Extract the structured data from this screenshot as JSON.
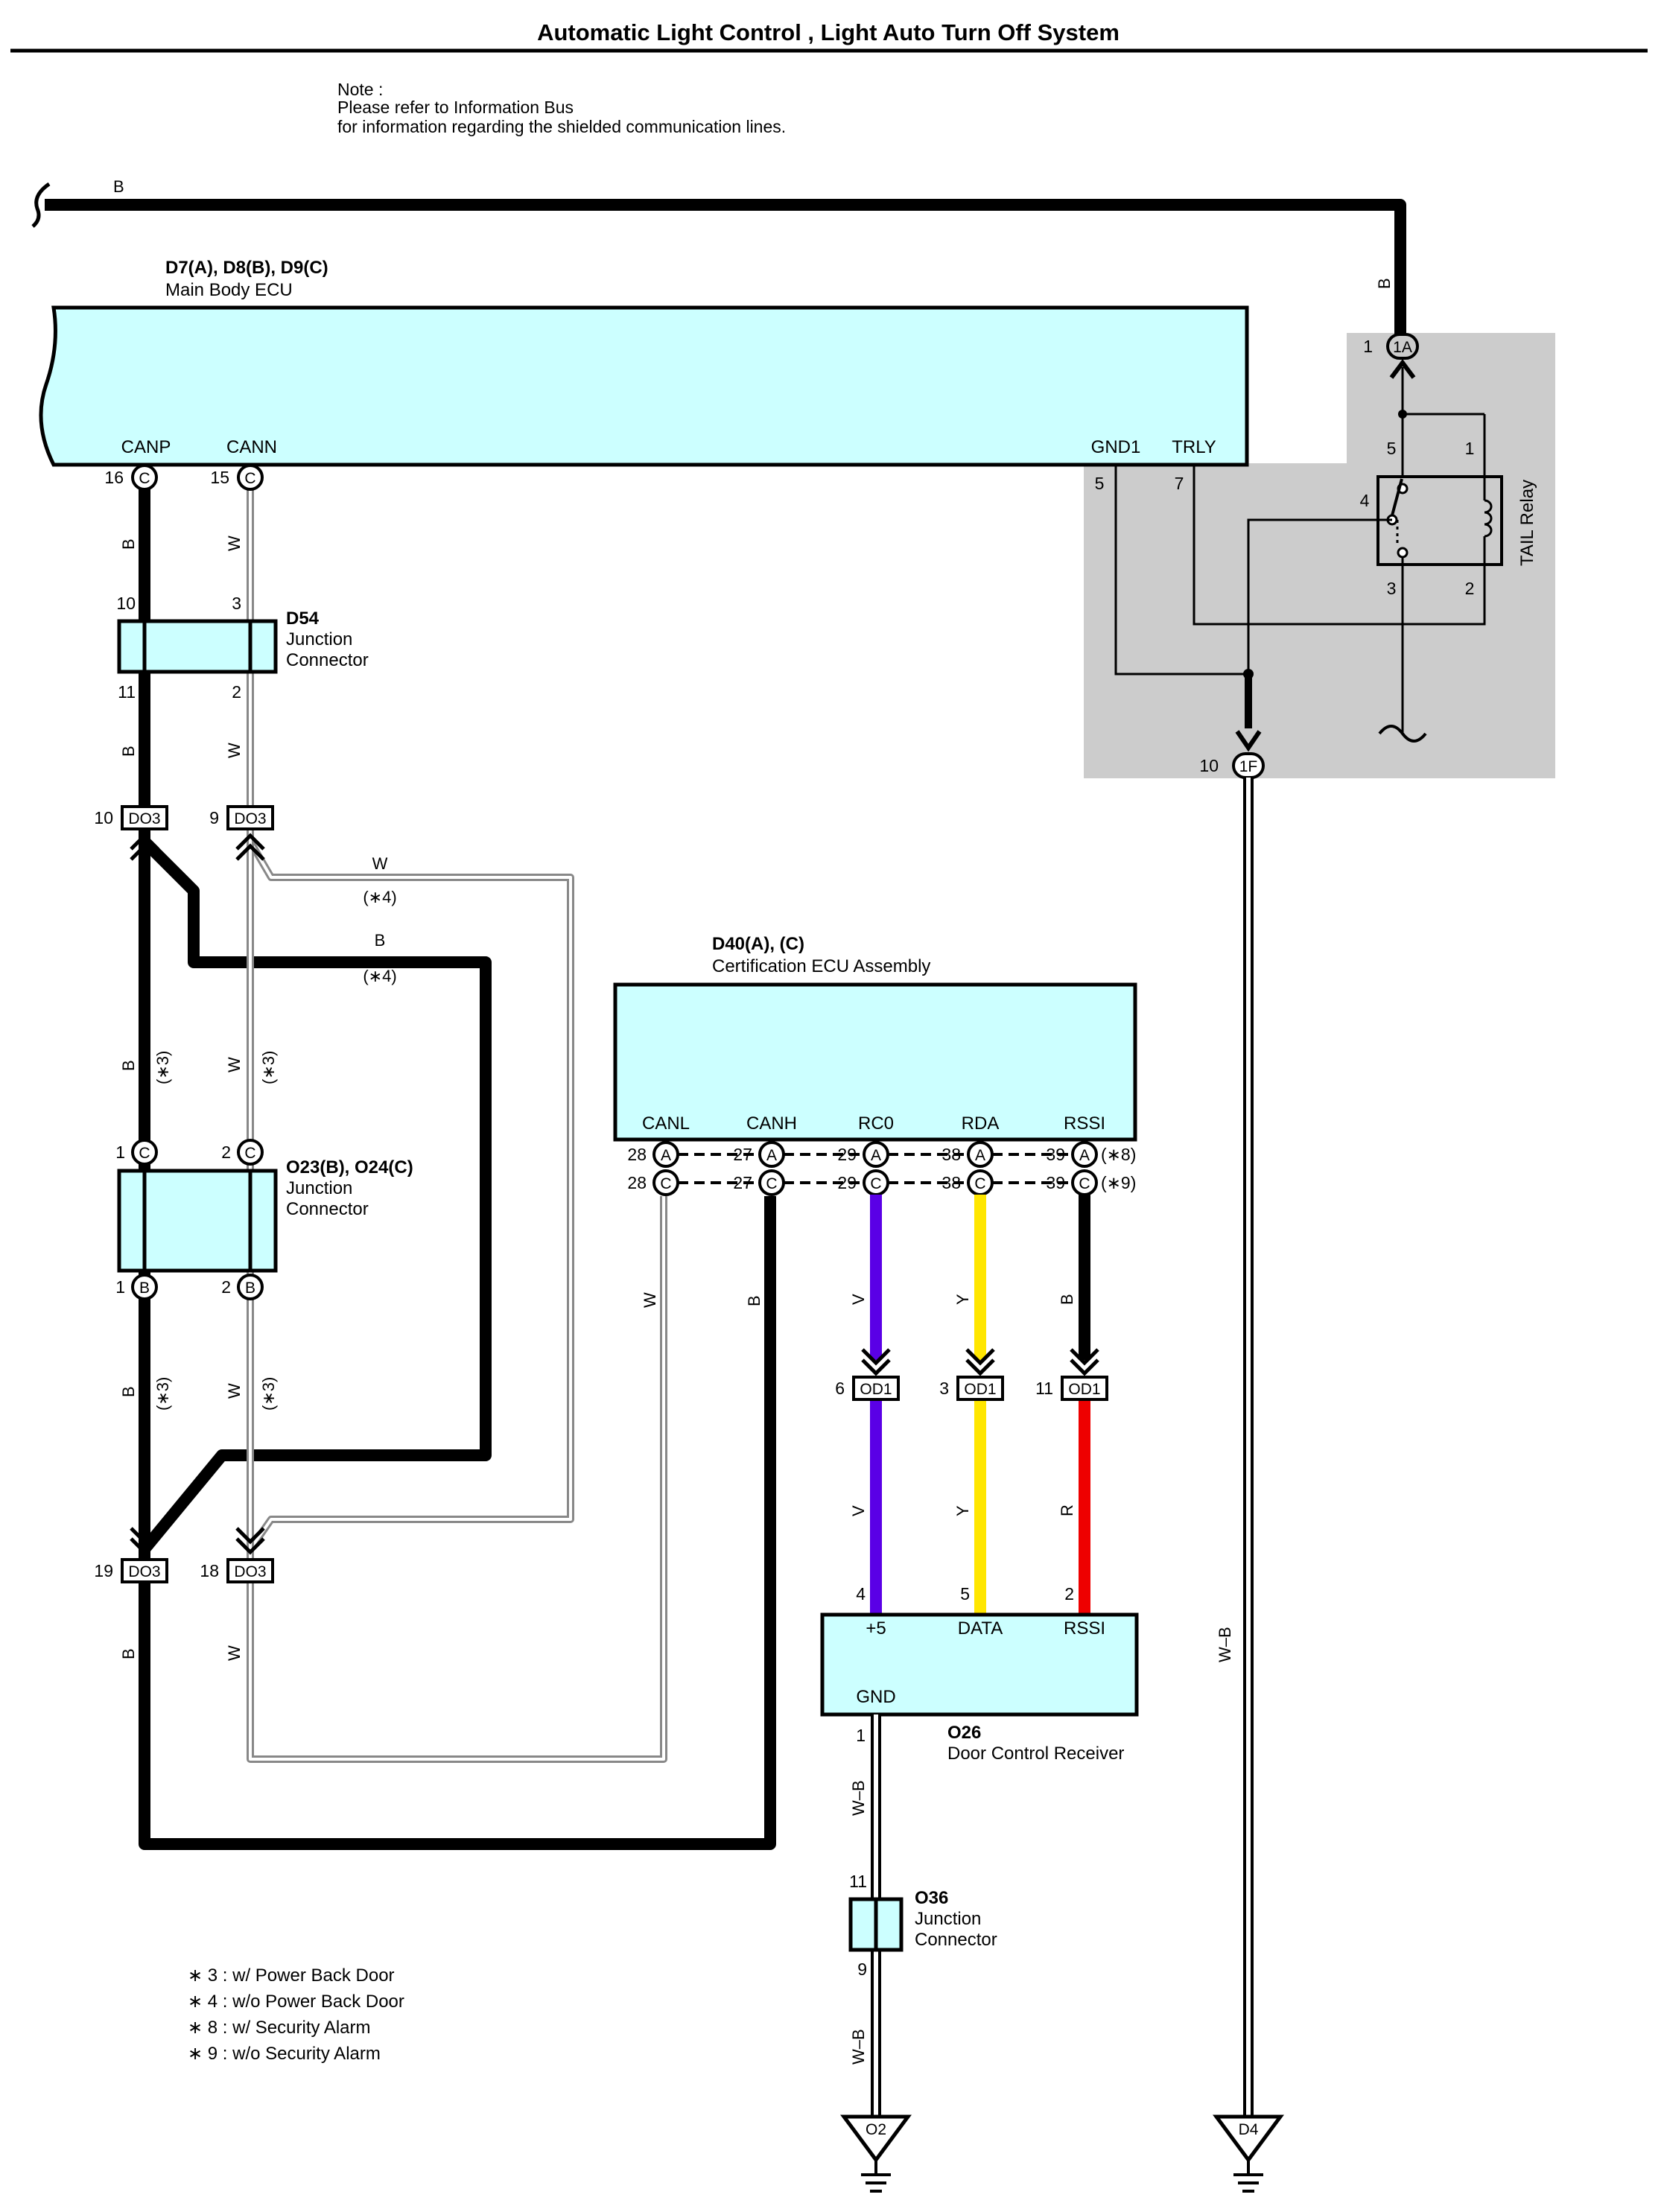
{
  "title": "Automatic Light Control , Light Auto Turn Off System",
  "note": {
    "heading": "Note :",
    "line1": "Please refer to Information Bus",
    "line2": "for information regarding the shielded communication lines."
  },
  "main_ecu": {
    "id": "D7(A), D8(B), D9(C)",
    "name": "Main Body ECU",
    "terminals": [
      "CANP",
      "CANN",
      "GND1",
      "TRLY"
    ],
    "pins": [
      "16",
      "15",
      "5",
      "7"
    ],
    "conn_letter": "C"
  },
  "top_wire": "B",
  "relay": {
    "name": "TAIL Relay",
    "pins": [
      "5",
      "1",
      "4",
      "3",
      "2"
    ],
    "conn_1a": "1A",
    "conn_1a_pin": "1",
    "conn_1f": "1F",
    "conn_1f_pin": "10",
    "wire_top": "B"
  },
  "d54": {
    "id": "D54",
    "line1": "Junction",
    "line2": "Connector",
    "pins": [
      "10",
      "3",
      "11",
      "2"
    ]
  },
  "do3_top": {
    "label": "DO3",
    "pins": [
      "10",
      "9"
    ]
  },
  "do3_bottom": {
    "label": "DO3",
    "pins": [
      "19",
      "18"
    ]
  },
  "o23": {
    "id": "O23(B), O24(C)",
    "line1": "Junction",
    "line2": "Connector",
    "pins": [
      "1",
      "2",
      "1",
      "2"
    ],
    "letters": [
      "C",
      "C",
      "B",
      "B"
    ]
  },
  "bypass": {
    "w_label": "W",
    "w_note": "(∗4)",
    "b_label": "B",
    "b_note": "(∗4)"
  },
  "d40": {
    "id": "D40(A), (C)",
    "name": "Certification ECU Assembly",
    "terminals": [
      "CANL",
      "CANH",
      "RC0",
      "RDA",
      "RSSI"
    ],
    "pins": [
      "28",
      "27",
      "29",
      "38",
      "39"
    ],
    "letters": [
      "A",
      "C"
    ],
    "notes": [
      "(∗8)",
      "(∗9)"
    ]
  },
  "od1": {
    "label": "OD1",
    "pins": [
      "6",
      "3",
      "11"
    ]
  },
  "o26": {
    "id": "O26",
    "name": "Door Control Receiver",
    "terminals": [
      "+5",
      "DATA",
      "RSSI",
      "GND"
    ],
    "pins": [
      "4",
      "5",
      "2",
      "1"
    ]
  },
  "o36": {
    "id": "O36",
    "line1": "Junction",
    "line2": "Connector",
    "pins": [
      "11",
      "9"
    ]
  },
  "grounds": [
    "O2",
    "D4"
  ],
  "wires": {
    "B": "B",
    "W": "W",
    "V": "V",
    "Y": "Y",
    "R": "R",
    "WB": "W–B",
    "n3": "(∗3)"
  },
  "colors": {
    "connector_fill": "#ccffff",
    "relay_area": "#cccccc",
    "violet": "#5a00e6",
    "yellow": "#ffe600",
    "red": "#ee0000",
    "black": "#000000"
  },
  "footnotes": [
    "∗ 3 : w/ Power Back Door",
    "∗ 4 : w/o Power Back Door",
    "∗ 8 : w/ Security Alarm",
    "∗ 9 : w/o Security Alarm"
  ]
}
